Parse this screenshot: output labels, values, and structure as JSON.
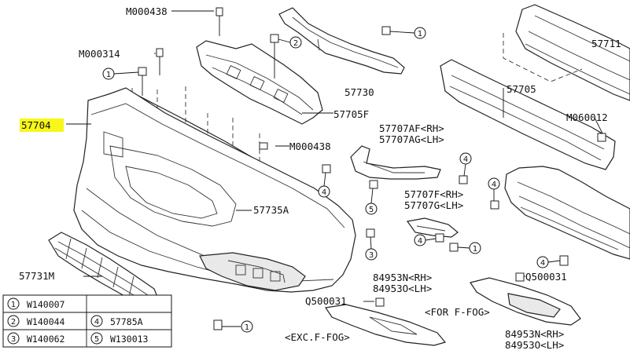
{
  "parts": {
    "p57704": "57704",
    "p57705": "57705",
    "p57705F": "57705F",
    "p57711": "57711",
    "p57730": "57730",
    "p57735A": "57735A",
    "p57731M": "57731M",
    "p57707AF": "57707AF<RH>",
    "p57707AG": "57707AG<LH>",
    "p57707F": "57707F<RH>",
    "p57707G": "57707G<LH>",
    "p84953N": "84953N<RH>",
    "p84953O_top": "84953O<LH>",
    "p84953N_b": "84953N<RH>",
    "p84953O_b": "84953O<LH>"
  },
  "fasteners": {
    "m000438_top": "M000438",
    "m000438_mid": "M000438",
    "m000314": "M000314",
    "m060012": "M060012",
    "q500031_l": "Q500031",
    "q500031_r": "Q500031"
  },
  "notes": {
    "for_ffog": "<FOR F-FOG>",
    "exc_ffog": "<EXC.F-FOG>"
  },
  "callouts": {
    "c1": "1",
    "c2": "2",
    "c3": "3",
    "c4": "4",
    "c5": "5"
  },
  "legend": [
    {
      "num": "1",
      "code": "W140007"
    },
    {
      "num": "2",
      "code": "W140044"
    },
    {
      "num": "4",
      "code": "57785A"
    },
    {
      "num": "3",
      "code": "W140062"
    },
    {
      "num": "5",
      "code": "W130013"
    }
  ],
  "colors": {
    "highlight": "#f7f71a",
    "line": "#222222"
  }
}
